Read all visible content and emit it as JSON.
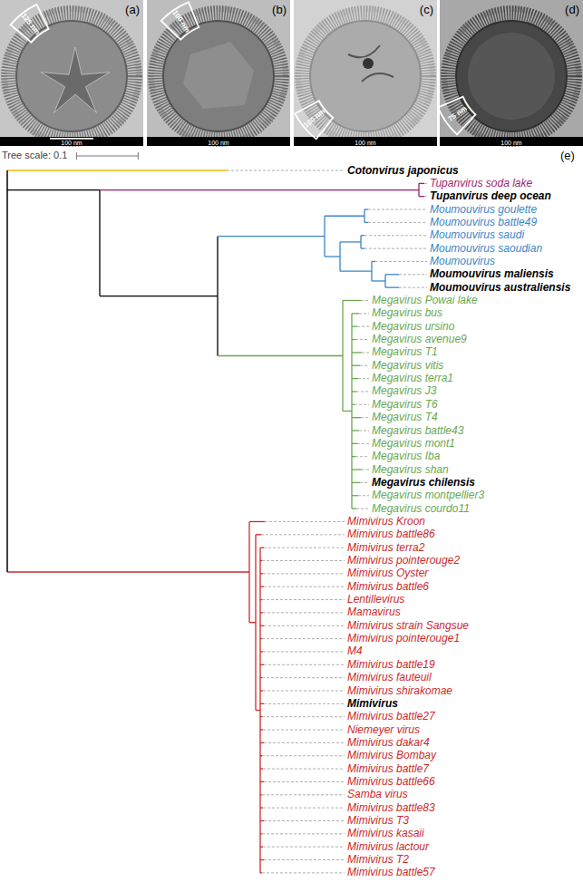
{
  "diagram": {
    "labels": [
      "(a)",
      "(b)",
      "(c)",
      "(d)",
      "125 nm",
      "100 nm",
      "100 nm",
      "75 nm",
      "100 nm",
      "100 nm",
      "100 nm",
      "100 nm",
      "(e)",
      "Tree scale: 0.1",
      "Cotonvirus japonicus",
      "Tupanvirus soda lake",
      "Tupanvirus deep ocean",
      "Moumouvirus goulette",
      "Moumouvirus battle49",
      "Moumouvirus saudi",
      "Moumouvirus saoudian",
      "Moumouvirus",
      "Moumouvirus maliensis",
      "Moumouvirus australiensis",
      "Megavirus Powai lake",
      "Megavirus bus",
      "Megavirus ursino",
      "Megavirus avenue9",
      "Megavirus T1",
      "Megavirus vitis",
      "Megavirus terra1",
      "Megavirus J3",
      "Megavirus T6",
      "Megavirus T4",
      "Megavirus battle43",
      "Megavirus mont1",
      "Megavirus Iba",
      "Megavirus shan",
      "Megavirus chilensis",
      "Megavirus montpellier3",
      "Megavirus courdo11",
      "Mimivirus Kroon",
      "Mimivirus battle86",
      "Mimivirus terra2",
      "Mimivirus pointerouge2",
      "Mimivirus Oyster",
      "Mimivirus battle6",
      "Lentillevirus",
      "Mamavirus",
      "Mimivirus strain Sangsue",
      "Mimivirus pointerouge1",
      "M4",
      "Mimivirus battle19",
      "Mimivirus fauteuil",
      "Mimivirus shirakomae",
      "Mimivirus",
      "Mimivirus battle27",
      "Niemeyer virus",
      "Mimivirus dakar4",
      "Mimivirus Bombay",
      "Mimivirus battle7",
      "Mimivirus battle66",
      "Samba virus",
      "Mimivirus battle83",
      "Mimivirus T3",
      "Mimivirus kasaii",
      "Mimivirus lactour",
      "Mimivirus T2",
      "Mimivirus battle57"
    ]
  }
}
